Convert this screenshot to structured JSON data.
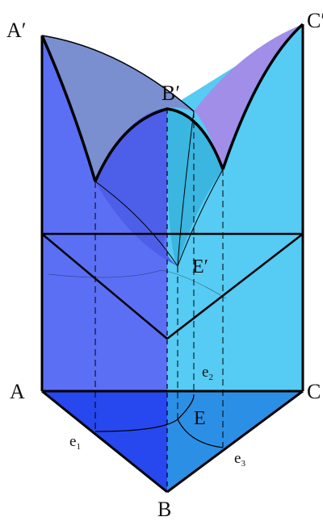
{
  "labels": {
    "A_prime": "A′",
    "B_prime": "B′",
    "C_prime": "C′",
    "E_prime": "E′",
    "A": "A",
    "B": "B",
    "C": "C",
    "E": "E",
    "e1": "e",
    "e1_sub": "1",
    "e2": "e",
    "e2_sub": "2",
    "e3": "e",
    "e3_sub": "3"
  },
  "colors": {
    "left_face": "#5b6ff5",
    "right_face": "#56cbf3",
    "base_left": "#2648ee",
    "base_right": "#2c8fe6",
    "liquidus_A": "#7a8fd0",
    "liquidus_B": "#4d5fe8",
    "liquidus_B_right": "#3ab6e0",
    "liquidus_C": "#a08ee8",
    "edge": "#000000"
  }
}
